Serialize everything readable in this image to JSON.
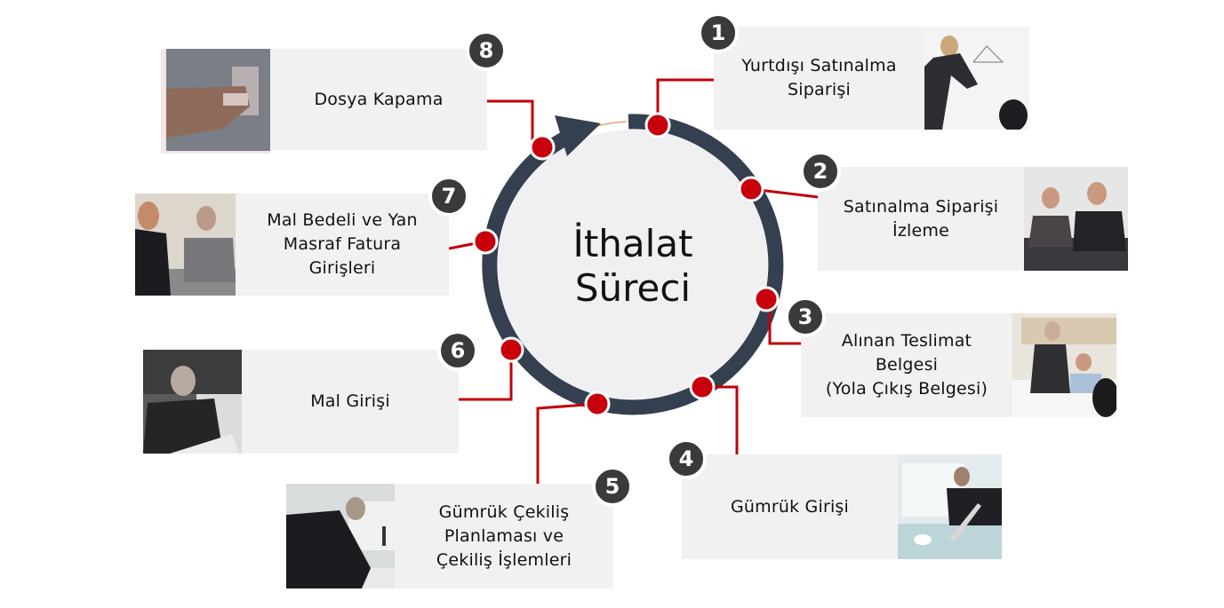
{
  "title": {
    "line1": "İthalat",
    "line2": "Süreci"
  },
  "colors": {
    "ring": "#34404f",
    "connector": "#c0000a",
    "node": "#c8000c",
    "badge": "#3a3a3a",
    "card_bg": "#f1f1f1",
    "inner_circle": "#f0f0f2"
  },
  "steps": [
    {
      "number": "1",
      "label": "Yurtdışı Satınalma\nSiparişi",
      "photo": "woman presenting on whiteboard"
    },
    {
      "number": "2",
      "label": "Satınalma Siparişi\nİzleme",
      "photo": "business meeting two people"
    },
    {
      "number": "3",
      "label": "Alınan Teslimat\nBelgesi\n(Yola Çıkış Belgesi)",
      "photo": "team meeting at table"
    },
    {
      "number": "4",
      "label": "Gümrük Girişi",
      "photo": "man with laptop at office"
    },
    {
      "number": "5",
      "label": "Gümrük Çekiliş\nPlanlaması ve\nÇekiliş İşlemleri",
      "photo": "man writing at desk"
    },
    {
      "number": "6",
      "label": "Mal Girişi",
      "photo": "man thinking at laptop"
    },
    {
      "number": "7",
      "label": "Mal Bedeli ve Yan\nMasraf Fatura\nGirişleri",
      "photo": "two people in discussion"
    },
    {
      "number": "8",
      "label": "Dosya Kapama",
      "photo": "hand inserting card in ATM"
    }
  ]
}
